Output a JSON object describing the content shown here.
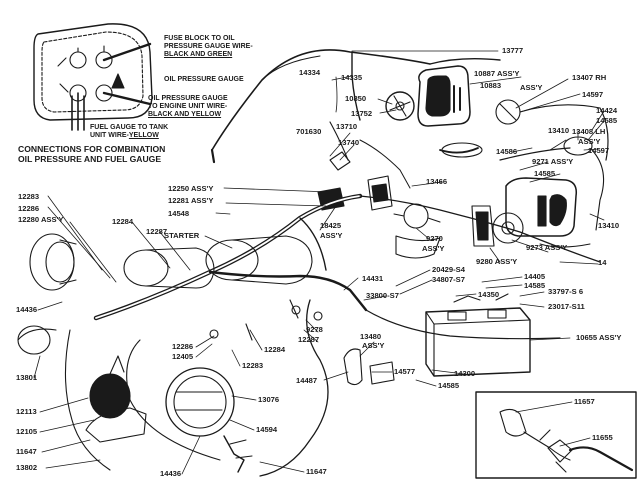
{
  "inset": {
    "fuse_block_line1": "FUSE BLOCK TO OIL",
    "fuse_block_line2": "PRESSURE GAUGE WIRE-",
    "fuse_block_colors": "BLACK AND GREEN",
    "oil_pressure_gauge": "OIL PRESSURE GAUGE",
    "engine_unit_line1": "OIL PRESSURE GAUGE",
    "engine_unit_line2": "TO ENGINE UNIT WIRE-",
    "engine_unit_colors": "BLACK AND YELLOW",
    "fuel_line1": "FUEL GAUGE TO TANK",
    "fuel_line2_prefix": "UNIT WIRE-",
    "fuel_line2_color": "YELLOW",
    "caption_line1": "CONNECTIONS FOR COMBINATION",
    "caption_line2": "OIL PRESSURE AND FUEL GAUGE"
  },
  "callouts": {
    "p13777": "13777",
    "p14334": "14334",
    "p14335": "14335",
    "p10887": "10887 ASS'Y",
    "p10883": "10883",
    "p13407rh": "13407 RH",
    "p_assy_rh": "ASS'Y",
    "p14597a": "14597",
    "p14424": "14424",
    "p14585a": "14585",
    "p13408lh": "13408 LH",
    "p_assy_lh": "ASS'Y",
    "p14597b": "14597",
    "p10850": "10850",
    "p13752": "13752",
    "p13710": "13710",
    "p13740": "13740",
    "p701630": "701630",
    "p13410a": "13410",
    "p14586": "14586",
    "p9271": "9271 ASS'Y",
    "p14585b": "14585",
    "p13466": "13466",
    "p12250": "12250 ASS'Y",
    "p12281": "12281 ASS'Y",
    "p14548": "14548",
    "p12283a": "12283",
    "p12286a": "12286",
    "p12280": "12280 ASS'Y",
    "p12284a": "12284",
    "p12287a": "12287",
    "starter": "STARTER",
    "p18425": "18425",
    "p18425b": "ASS'Y",
    "p9270": "9270",
    "p9270b": "ASS'Y",
    "p9273": "9273 ASS'Y",
    "p9280": "9280 ASS'Y",
    "p14": "14",
    "p13410b": "13410",
    "p14431": "14431",
    "p20429": "20429-S4",
    "p34807": "34807-S7",
    "p14405": "14405",
    "p14585c": "14585",
    "p33800": "33800-S7",
    "p14350": "14350",
    "p33797": "33797-S 6",
    "p23017": "23017-S11",
    "p14436": "14436",
    "p9278": "9278",
    "p12287b": "12287",
    "p13480": "13480",
    "p13480b": "ASS'Y",
    "p10655": "10655 ASS'Y",
    "p12286b": "12286",
    "p12405": "12405",
    "p12284b": "12284",
    "p12283b": "12283",
    "p13801": "13801",
    "p14487": "14487",
    "p14577": "14577",
    "p14300": "14300",
    "p14585d": "14585",
    "p13076": "13076",
    "p12113": "12113",
    "p12105": "12105",
    "p14594": "14594",
    "p11657": "11657",
    "p11655": "11655",
    "p11647a": "11647",
    "p13802": "13802",
    "p14436b": "14436",
    "p11647b": "11647"
  },
  "colors": {
    "ink": "#1a1a1a",
    "paper": "#ffffff"
  }
}
